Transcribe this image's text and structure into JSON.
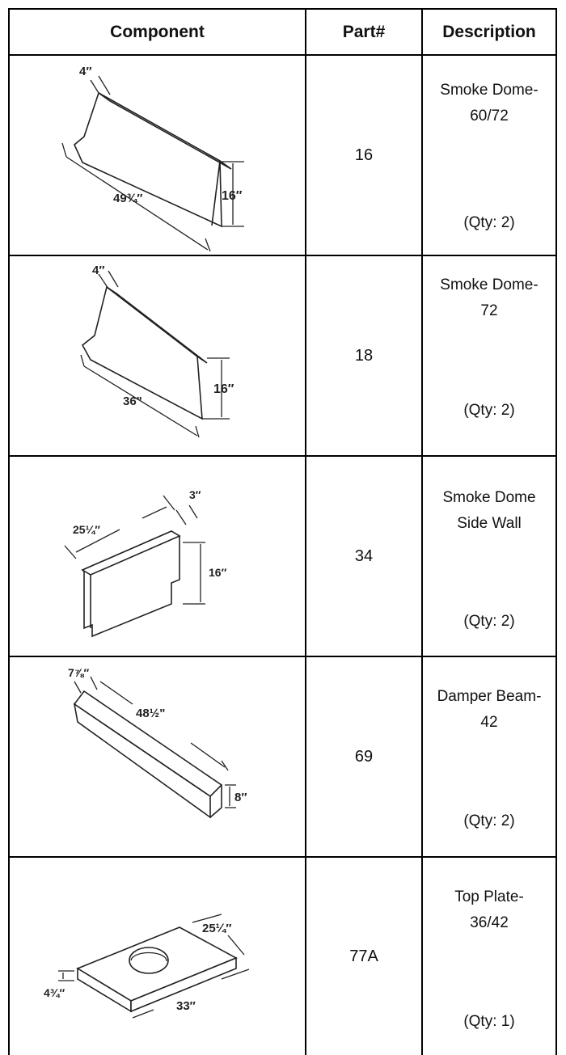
{
  "table": {
    "headers": {
      "component": "Component",
      "part": "Part#",
      "description": "Description"
    },
    "rows": [
      {
        "part": "16",
        "desc_line1": "Smoke Dome-",
        "desc_line2": "60/72",
        "qty": "(Qty: 2)",
        "dims": {
          "a": "4″",
          "b": "49¾″",
          "c": "16″"
        }
      },
      {
        "part": "18",
        "desc_line1": "Smoke Dome-",
        "desc_line2": "72",
        "qty": "(Qty: 2)",
        "dims": {
          "a": "4″",
          "b": "36\"",
          "c": "16″"
        }
      },
      {
        "part": "34",
        "desc_line1": "Smoke Dome",
        "desc_line2": "Side Wall",
        "qty": "(Qty: 2)",
        "dims": {
          "a": "25¼″",
          "b": "3″",
          "c": "16″"
        }
      },
      {
        "part": "69",
        "desc_line1": "Damper Beam-",
        "desc_line2": "42",
        "qty": "(Qty: 2)",
        "dims": {
          "a": "7⅞″",
          "b": "48½\"",
          "c": "8″"
        }
      },
      {
        "part": "77A",
        "desc_line1": "Top Plate-",
        "desc_line2": "36/42",
        "qty": "(Qty: 1)",
        "dims": {
          "a": "25¼″",
          "b": "4¾″",
          "c": "33″"
        }
      }
    ]
  }
}
